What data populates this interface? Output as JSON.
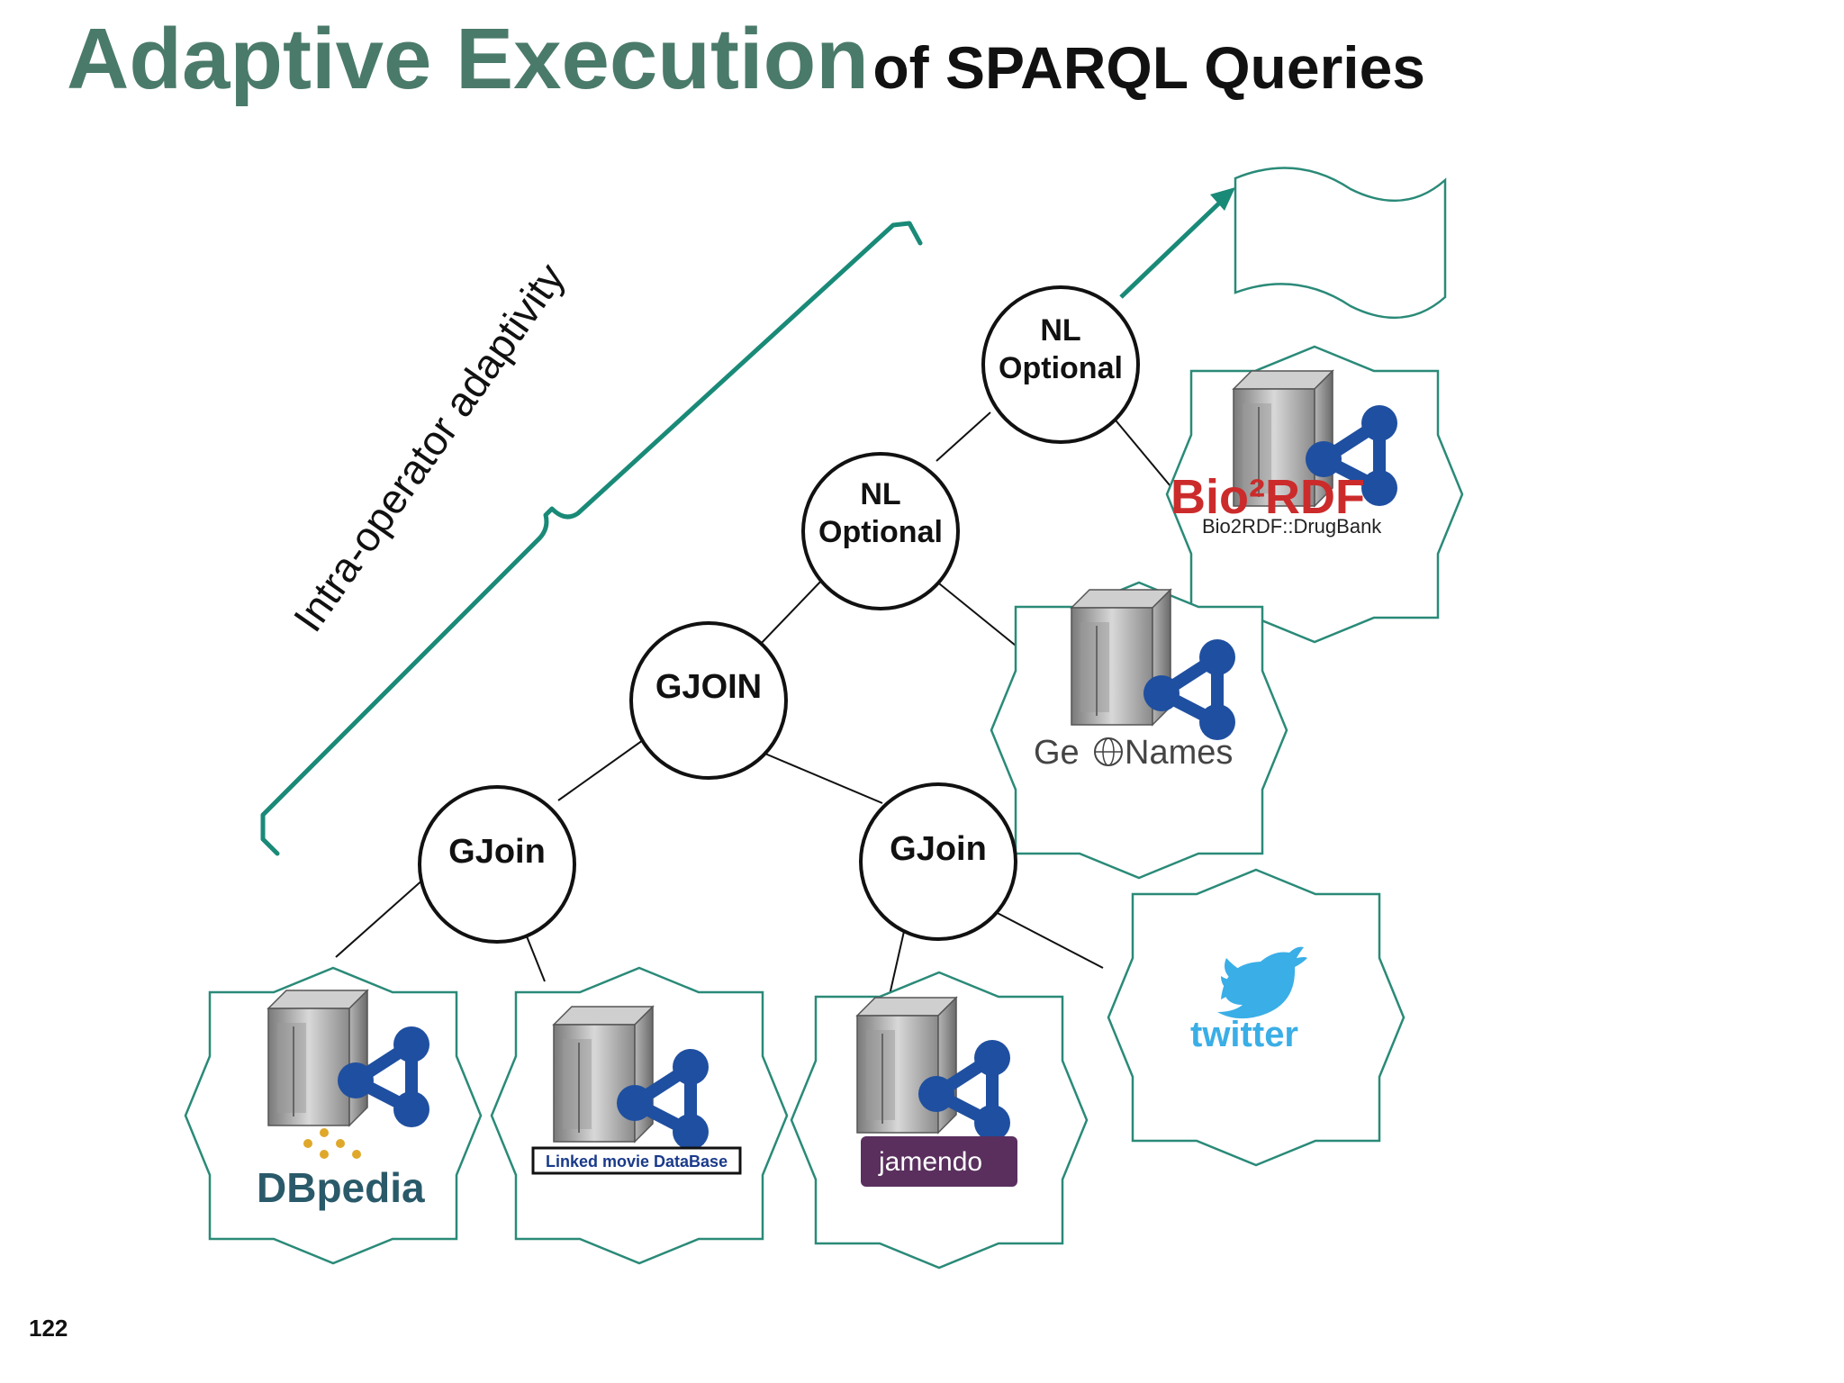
{
  "title": {
    "main": "Adaptive Execution",
    "rest": "of SPARQL Queries"
  },
  "page_number": "122",
  "bracket_label": "Intra-operator adaptivity",
  "nodes": {
    "nl_top": [
      "NL",
      "Optional"
    ],
    "nl_mid": [
      "NL",
      "Optional"
    ],
    "gjoin_big": "GJOIN",
    "gjoin_left": "GJoin",
    "gjoin_right": "GJoin"
  },
  "sources": {
    "bio2rdf": {
      "logo": "Bio²RDF",
      "caption": "Bio2RDF::DrugBank"
    },
    "geonames": {
      "logo_left": "Ge",
      "logo_right": "Names"
    },
    "twitter": {
      "logo": "twitter"
    },
    "dbpedia": {
      "logo": "DBpedia"
    },
    "lmdb": {
      "logo": "Linked movie DataBase"
    },
    "jamendo": {
      "logo": "jamendo"
    }
  },
  "colors": {
    "accent": "#4a7a6a",
    "teal": "#1a8a78",
    "star_stroke": "#2a8a78",
    "sparql_blue": "#1f4fa0",
    "twitter_blue": "#3aaee6",
    "jamendo_purple": "#5a2f5e"
  }
}
